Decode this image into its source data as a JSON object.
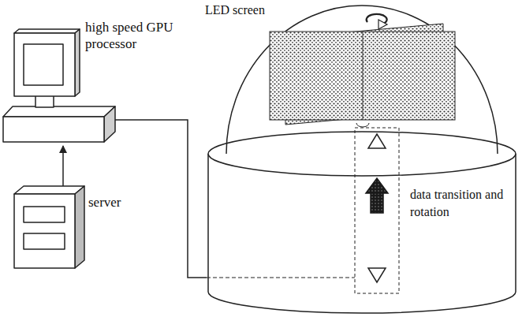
{
  "diagram": {
    "nodes": [
      {
        "text": [
          "high speed GPU processor"
        ]
      },
      {
        "text": [
          "server"
        ]
      },
      {
        "text": [
          "LED screen"
        ]
      }
    ],
    "edges": [
      {
        "from": 1,
        "to": 0,
        "arrow": "to"
      },
      {
        "from": 0,
        "to": 2,
        "arrow": "none"
      }
    ],
    "labels": [
      "data transition and rotation"
    ]
  }
}
